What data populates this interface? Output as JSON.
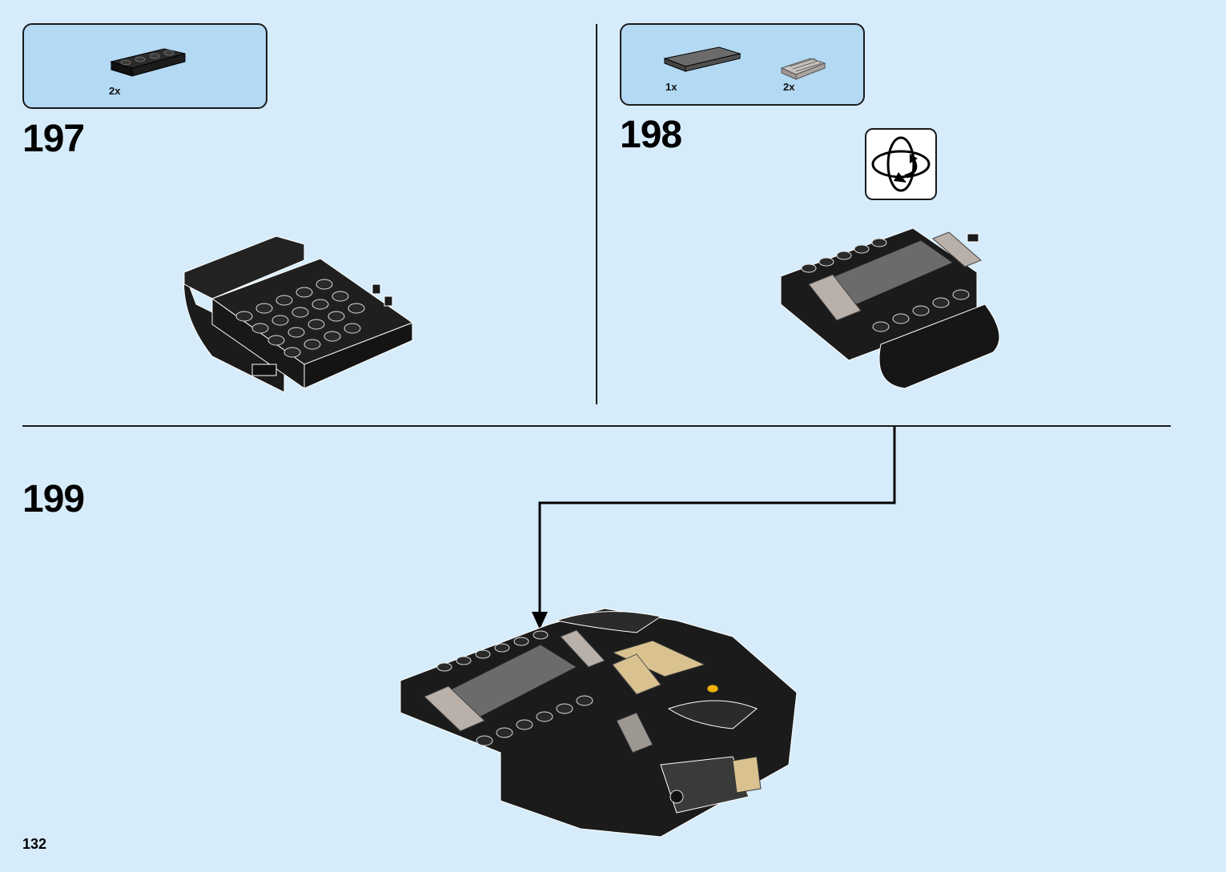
{
  "page": {
    "number": "132"
  },
  "steps": [
    {
      "number": "197",
      "parts": [
        {
          "qty": "2x",
          "part_icon": "black-brick-1x4-with-studs"
        }
      ]
    },
    {
      "number": "198",
      "parts": [
        {
          "qty": "1x",
          "part_icon": "dark-gray-tile-2x4"
        },
        {
          "qty": "2x",
          "part_icon": "gray-grille-tile-1x2"
        }
      ],
      "rotate_icon": "rotate-model-icon"
    },
    {
      "number": "199",
      "parts": []
    }
  ],
  "colors": {
    "background": "#d6ecfb",
    "callout": "#b3d9f3",
    "brick_black": "#1b1b1b",
    "tile_dark_gray": "#6b6b6b",
    "tan": "#d9c28f"
  }
}
